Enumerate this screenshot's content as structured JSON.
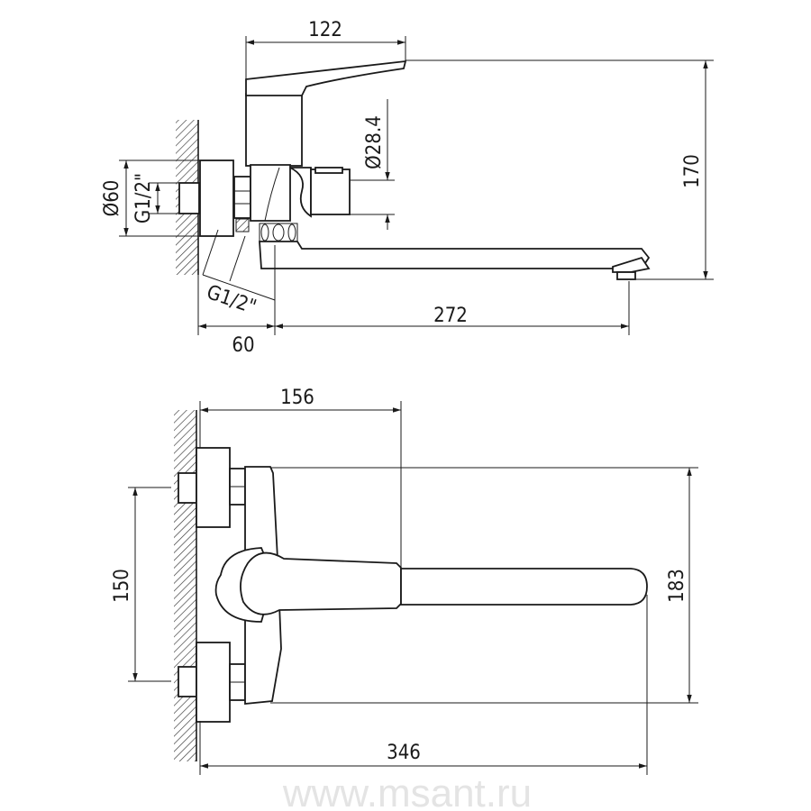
{
  "drawing": {
    "side_view": {
      "dimensions": {
        "handle_length": "122",
        "height": "170",
        "body_diameter": "Ø28.4",
        "flange_diameter": "Ø60",
        "wall_thread": "G1/2\"",
        "hose_thread": "G1/2\"",
        "wall_offset": "60",
        "spout_reach": "272"
      }
    },
    "front_view": {
      "dimensions": {
        "handle_reach": "156",
        "inlet_spacing": "150",
        "body_height": "183",
        "total_length": "346"
      }
    },
    "watermark": "www.msant.ru"
  }
}
